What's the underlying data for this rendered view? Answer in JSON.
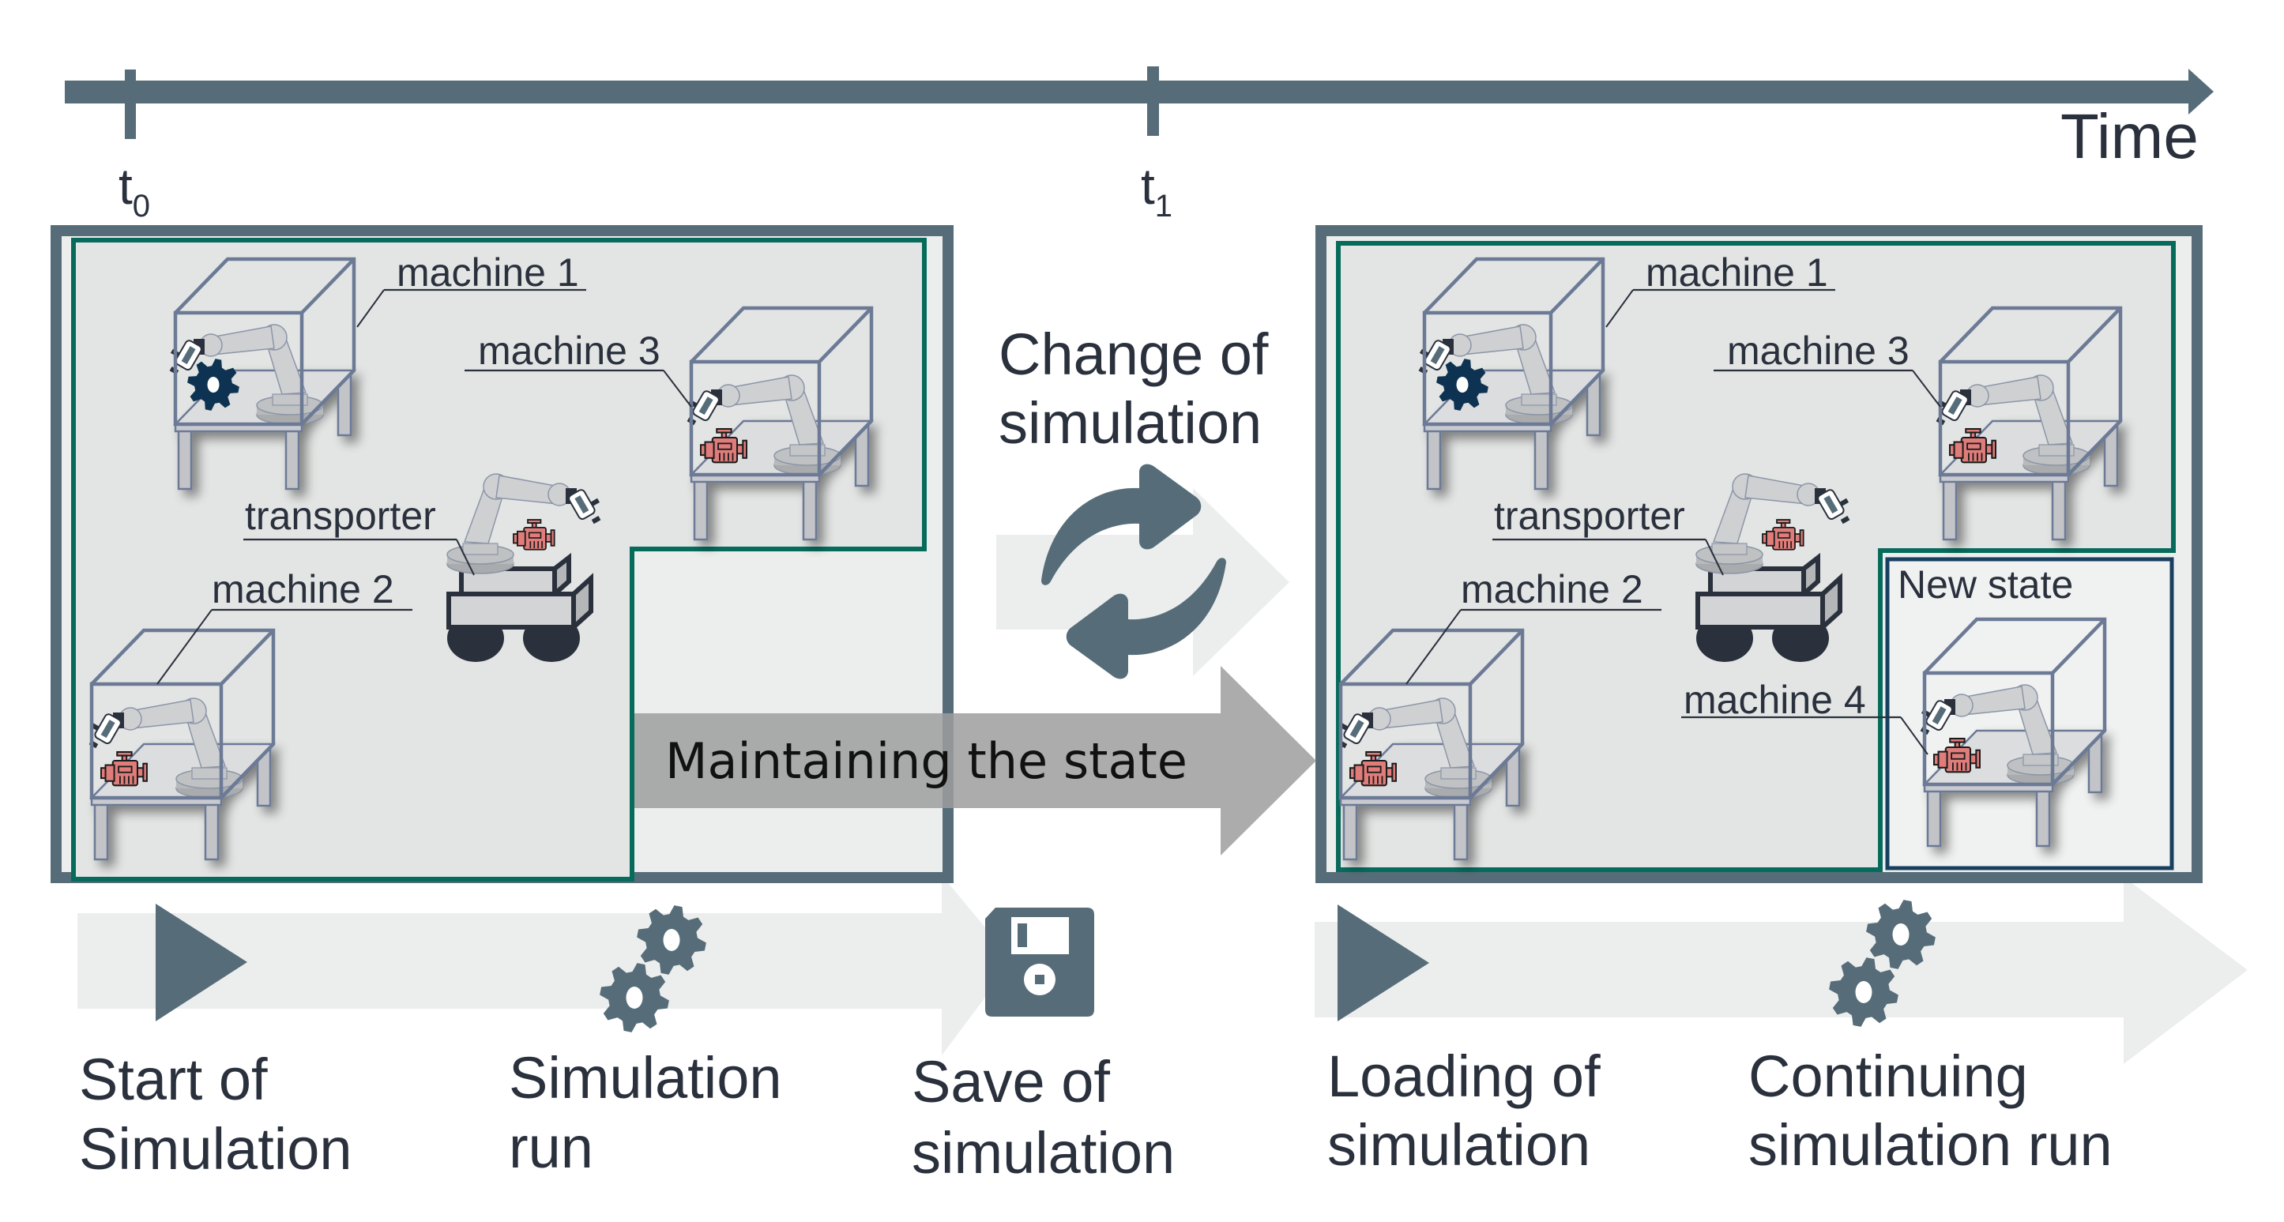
{
  "timeline": {
    "axis_label": "Time",
    "markers": [
      {
        "name": "t",
        "subscript": "0"
      },
      {
        "name": "t",
        "subscript": "1"
      }
    ]
  },
  "colors": {
    "slate": "#566d79",
    "teal_border": "#076b5c",
    "new_state_border": "#173f5f",
    "panel_fill": "#e3e5e4",
    "panel_light": "#eceeed",
    "arrow_gray": "#a7a7a7",
    "text_dark": "#2a313d",
    "gear_navy": "#0e3352",
    "engine_red": "#e07d7b"
  },
  "left_panel": {
    "machines": [
      {
        "id": "machine-1",
        "label": "machine 1",
        "workpiece": "gear-icon"
      },
      {
        "id": "machine-3",
        "label": "machine 3",
        "workpiece": "engine-icon"
      },
      {
        "id": "machine-2",
        "label": "machine 2",
        "workpiece": "engine-icon"
      }
    ],
    "transporter": {
      "label": "transporter",
      "workpiece": "engine-icon"
    }
  },
  "middle": {
    "change_label_line1": "Change of",
    "change_label_line2": "simulation",
    "maintaining_label": "Maintaining the state"
  },
  "right_panel": {
    "machines": [
      {
        "id": "machine-1",
        "label": "machine 1",
        "workpiece": "gear-icon"
      },
      {
        "id": "machine-3",
        "label": "machine 3",
        "workpiece": "engine-icon"
      },
      {
        "id": "machine-2",
        "label": "machine 2",
        "workpiece": "engine-icon"
      }
    ],
    "transporter": {
      "label": "transporter",
      "workpiece": "engine-icon"
    },
    "new_state": {
      "title": "New state",
      "machine": {
        "id": "machine-4",
        "label": "machine 4",
        "workpiece": "engine-icon"
      }
    }
  },
  "steps": [
    {
      "icon": "play-icon",
      "line1": "Start of",
      "line2": "Simulation"
    },
    {
      "icon": "gears-icon",
      "line1": "Simulation",
      "line2": "run"
    },
    {
      "icon": "floppy-disk-icon",
      "line1": "Save of",
      "line2": "simulation"
    },
    {
      "icon": "play-icon",
      "line1": "Loading of",
      "line2": "simulation"
    },
    {
      "icon": "gears-icon",
      "line1": "Continuing",
      "line2": "simulation run"
    }
  ]
}
